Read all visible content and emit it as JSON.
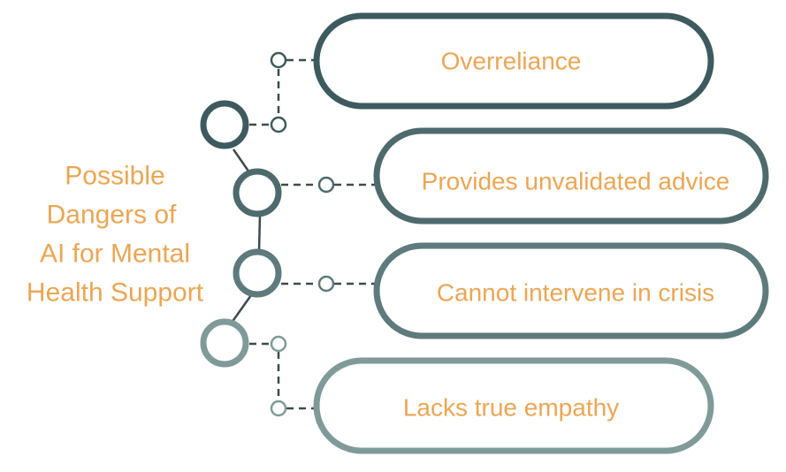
{
  "title_lines": [
    "Possible",
    "Dangers of",
    "AI for Mental",
    "Health Support"
  ],
  "items": [
    {
      "label": "Overreliance"
    },
    {
      "label": "Provides unvalidated advice"
    },
    {
      "label": "Cannot intervene in crisis"
    },
    {
      "label": "Lacks true empathy"
    }
  ],
  "colors": {
    "text": "#eba654",
    "dark": "#3d5a5f",
    "mid_dark": "#4e6a6d",
    "mid": "#5e7a7c",
    "light": "#7f9a99",
    "connector": "#3f4a4c"
  }
}
